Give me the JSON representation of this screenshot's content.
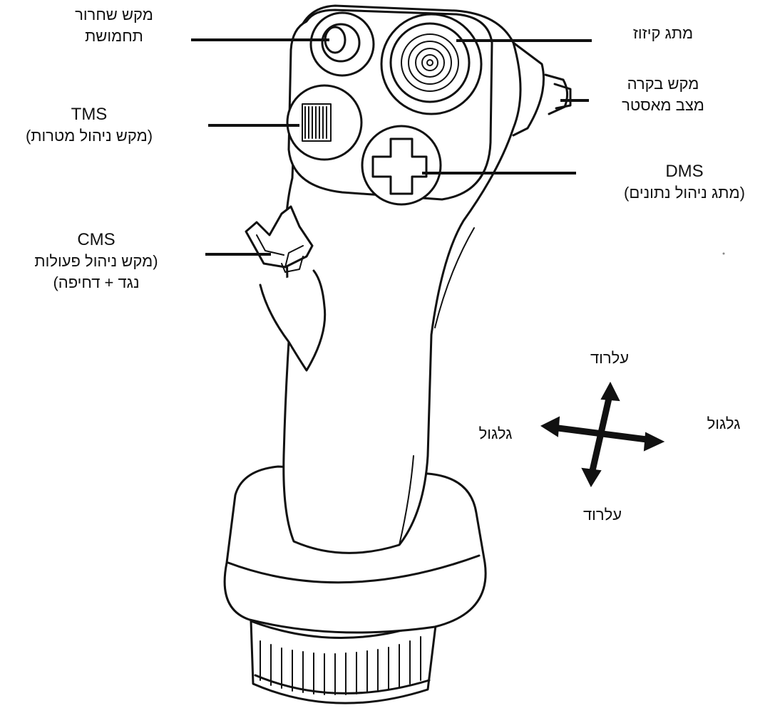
{
  "labels": {
    "haptic_release": {
      "line1": "מקש שחרור",
      "line2": "תחמושת"
    },
    "tms": {
      "line1": "TMS",
      "line2": "(מקש ניהול מטרות)"
    },
    "cms": {
      "line1": "CMS",
      "line2": "(מקש ניהול פעולות",
      "line3": "נגד + דחיפה)"
    },
    "trim": {
      "line1": "מתג קיזוז"
    },
    "master_mode": {
      "line1": "מקש בקרה",
      "line2": "מצב מאסטר"
    },
    "dms": {
      "line1": "DMS",
      "line2": "(מתג ניהול נתונים)"
    }
  },
  "axes": {
    "pitch_top": "עלרוד",
    "pitch_bottom": "עלרוד",
    "roll_left": "גלגול",
    "roll_right": "גלגול"
  }
}
